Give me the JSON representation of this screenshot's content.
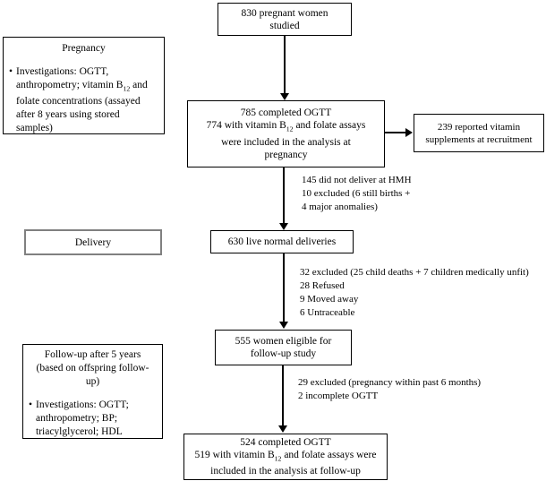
{
  "diagram": {
    "background": "#ffffff",
    "text_color": "#000000",
    "box_border_color": "#000000",
    "stage_box_border_color": "#808080",
    "arrow_color": "#000000",
    "bullet": "•"
  },
  "nodes": {
    "studied": {
      "lines": [
        "830 pregnant women",
        "studied"
      ]
    },
    "ogtt_pregnancy": {
      "lines": [
        "785 completed OGTT",
        [
          {
            "t": "774 with vitamin B"
          },
          {
            "t": "12",
            "sub": true
          },
          {
            "t": " and folate assays"
          }
        ],
        "were included in the analysis at",
        "pregnancy"
      ]
    },
    "supplements": {
      "lines": [
        "239 reported vitamin",
        "supplements at recruitment"
      ]
    },
    "deliveries": {
      "lines": [
        "630 live normal deliveries"
      ]
    },
    "eligible": {
      "lines": [
        "555 women eligible for",
        "follow-up study"
      ]
    },
    "ogtt_followup": {
      "lines": [
        "524 completed OGTT",
        [
          {
            "t": "519 with vitamin B"
          },
          {
            "t": "12",
            "sub": true
          },
          {
            "t": " and folate assays were"
          }
        ],
        "included in the analysis at follow-up"
      ]
    }
  },
  "stage_panels": {
    "pregnancy": {
      "title": "Pregnancy",
      "bullet_lines": [
        "Investigations: OGTT,",
        [
          {
            "t": "anthropometry; vitamin B"
          },
          {
            "t": "12",
            "sub": true
          },
          {
            "t": " and"
          }
        ],
        "folate concentrations (assayed",
        "after 8 years using stored",
        "samples)"
      ]
    },
    "delivery": {
      "title": "Delivery"
    },
    "followup": {
      "title_lines": [
        "Follow-up after 5 years",
        "(based on offspring follow-",
        "up)"
      ],
      "bullet_lines": [
        "Investigations: OGTT;",
        "anthropometry; BP;",
        "triacylglycerol; HDL"
      ]
    }
  },
  "exclusions": {
    "after_ogtt_pregnancy": [
      "145 did not deliver at HMH",
      "10 excluded (6 still births +",
      "4 major anomalies)"
    ],
    "after_deliveries": [
      "32 excluded (25 child deaths + 7 children medically unfit)",
      "28 Refused",
      "9 Moved away",
      "6 Untraceable"
    ],
    "after_eligible": [
      "29 excluded (pregnancy within past 6 months)",
      "2 incomplete OGTT"
    ]
  }
}
